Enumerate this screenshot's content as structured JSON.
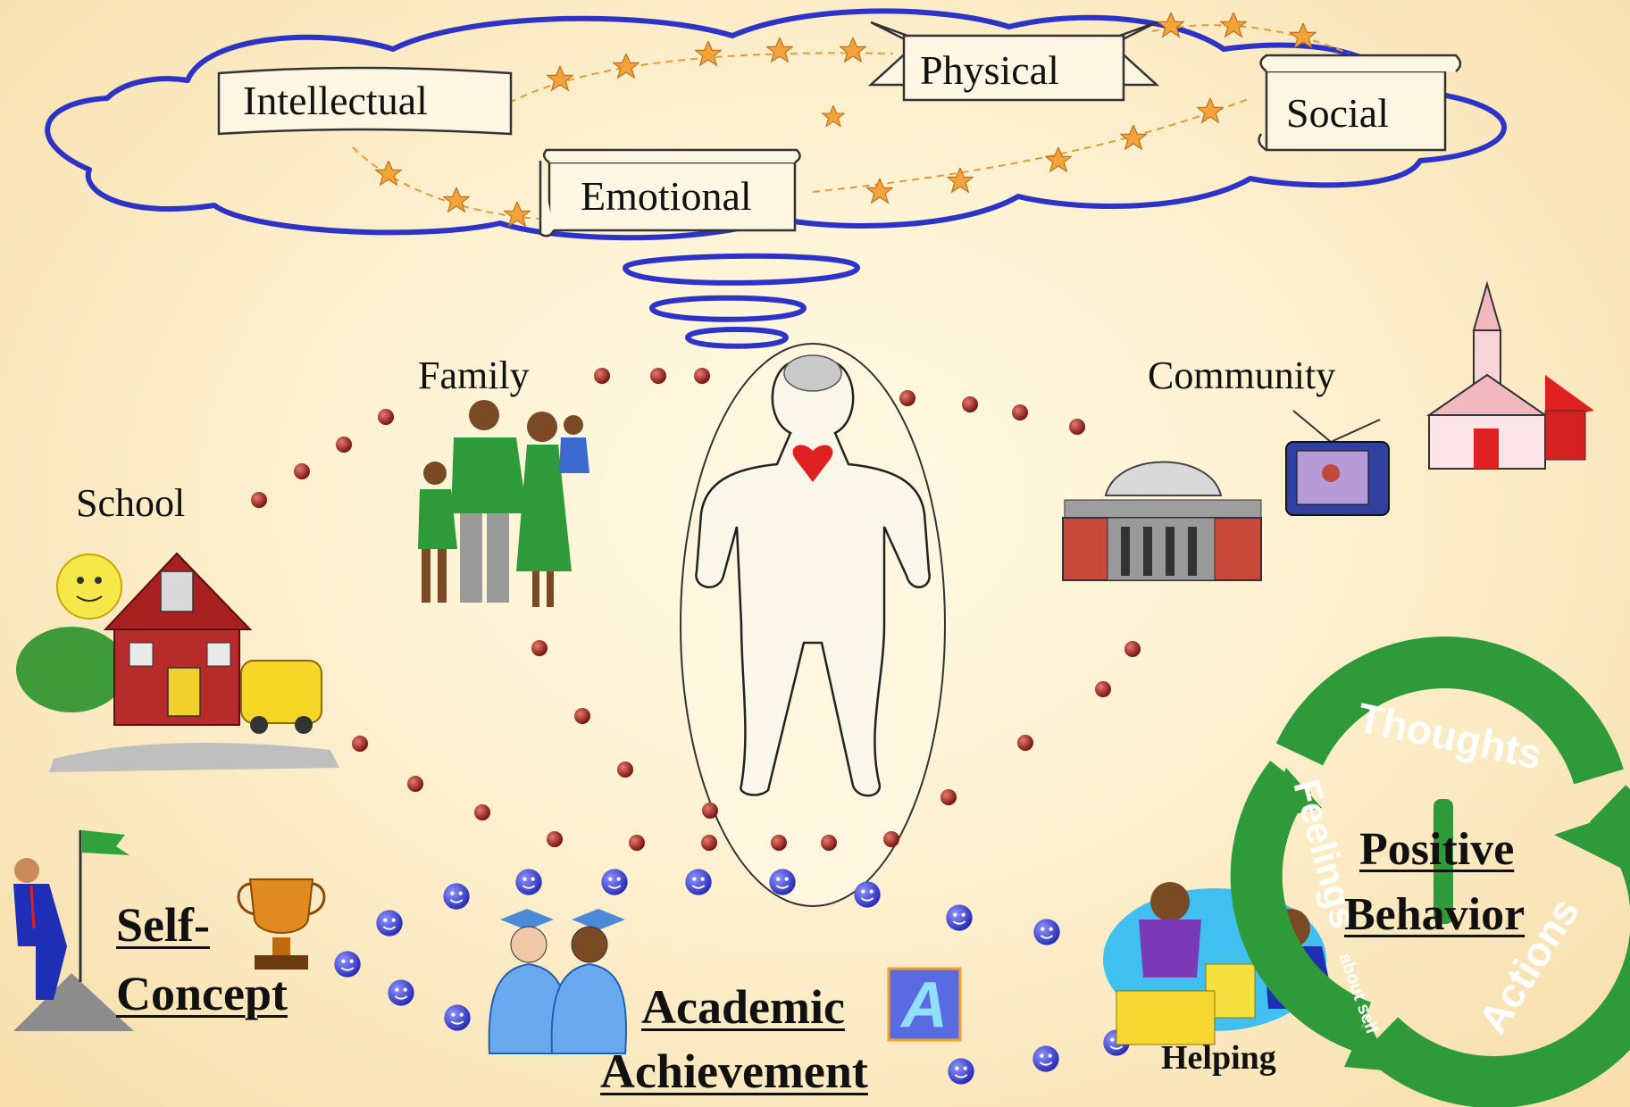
{
  "cloud": {
    "domains": [
      "Intellectual",
      "Physical",
      "Social",
      "Emotional"
    ]
  },
  "environments": {
    "family": "Family",
    "school": "School",
    "community": "Community"
  },
  "outcomes": {
    "self_concept_line1": "Self-",
    "self_concept_line2": "Concept",
    "academic_line1": "Academic",
    "academic_line2": "Achievement",
    "helping": "Helping",
    "positive_line1": "Positive",
    "positive_line2": "Behavior",
    "cycle_thoughts": "Thoughts",
    "cycle_actions": "Actions",
    "cycle_feelings": "Feelings",
    "cycle_about_self": "about self",
    "trophy_letter": "A"
  },
  "colors": {
    "cloud_stroke": "#2e33c8",
    "star": "#f2a33a",
    "dot_red": "#8b1a1a",
    "dot_blue": "#4a4fd6",
    "heart": "#e02020",
    "cycle_green": "#2f9a3a"
  }
}
